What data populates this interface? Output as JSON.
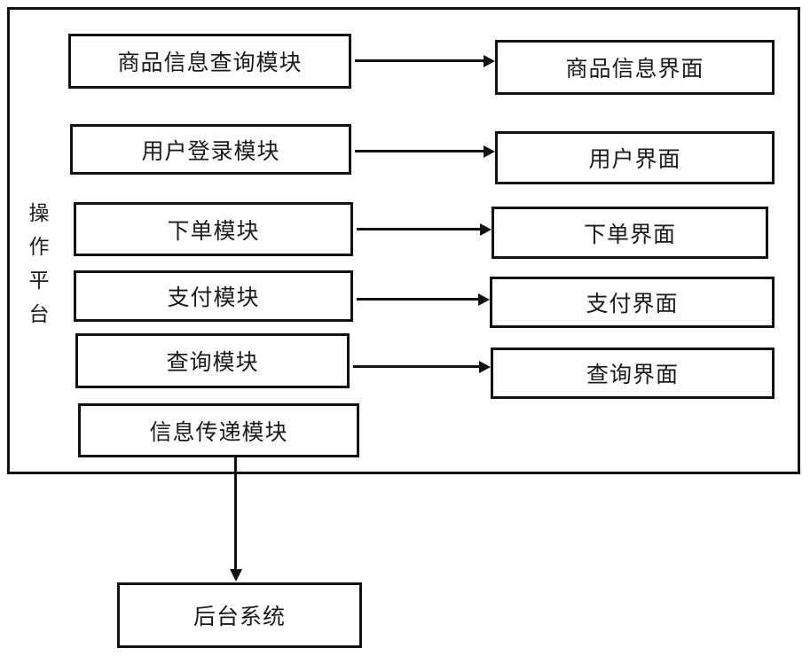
{
  "diagram": {
    "title_label": "操作平台",
    "platform": {
      "label_chars": [
        "操",
        "作",
        "平",
        "台"
      ]
    },
    "modules": [
      {
        "label": "商品信息查询模块"
      },
      {
        "label": "用户登录模块"
      },
      {
        "label": "下单模块"
      },
      {
        "label": "支付模块"
      },
      {
        "label": "查询模块"
      },
      {
        "label": "信息传递模块"
      }
    ],
    "interfaces": [
      {
        "label": "商品信息界面"
      },
      {
        "label": "用户界面"
      },
      {
        "label": "下单界面"
      },
      {
        "label": "支付界面"
      },
      {
        "label": "查询界面"
      }
    ],
    "backend": {
      "label": "后台系统"
    },
    "colors": {
      "stroke": "#111111",
      "text": "#1a1a1a",
      "background": "#ffffff"
    }
  }
}
